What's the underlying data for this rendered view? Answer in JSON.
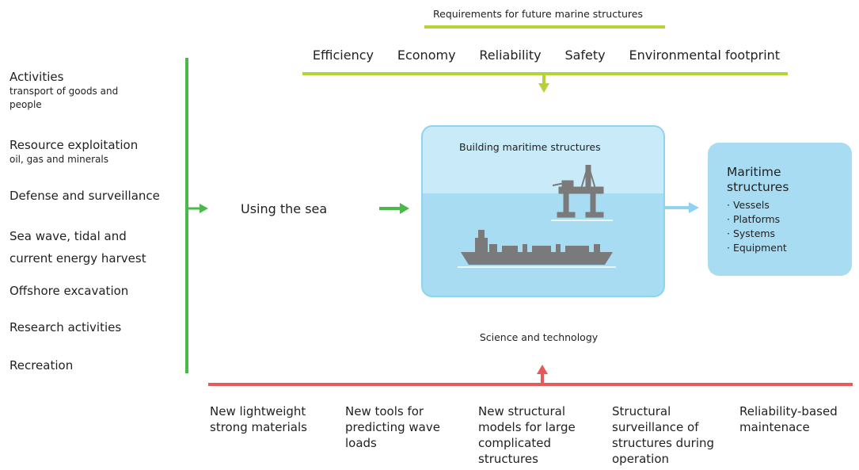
{
  "requirements": {
    "title": "Requirements for future marine structures",
    "items": [
      "Efficiency",
      "Economy",
      "Reliability",
      "Safety",
      "Environmental footprint"
    ]
  },
  "activities": [
    {
      "label": "Activities",
      "sub": "transport of goods and people"
    },
    {
      "label": "Resource exploitation",
      "sub": "oil, gas and minerals"
    },
    {
      "label": "Defense and surveillance",
      "sub": ""
    },
    {
      "label": "Sea wave, tidal and current energy harvest",
      "sub": ""
    },
    {
      "label": "Offshore excavation",
      "sub": ""
    },
    {
      "label": "Research activities",
      "sub": ""
    },
    {
      "label": "Recreation",
      "sub": ""
    }
  ],
  "using_sea": "Using the sea",
  "building": {
    "title": "Building maritime structures"
  },
  "maritime": {
    "title": "Maritime structures",
    "items": [
      "· Vessels",
      "· Platforms",
      "· Systems",
      "· Equipment"
    ]
  },
  "science": {
    "title": "Science and technology",
    "items": [
      "New lightweight strong materials",
      "New tools for predicting wave loads",
      "New structural models for large complicated structures",
      "Structural surveillance of structures during operation",
      "Reliability-based maintenace"
    ]
  },
  "colors": {
    "lime": "#b5d336",
    "green": "#4bb84a",
    "red": "#e8595b",
    "lightblue": "#8fd3f0",
    "gray": "#7a7a7a"
  }
}
